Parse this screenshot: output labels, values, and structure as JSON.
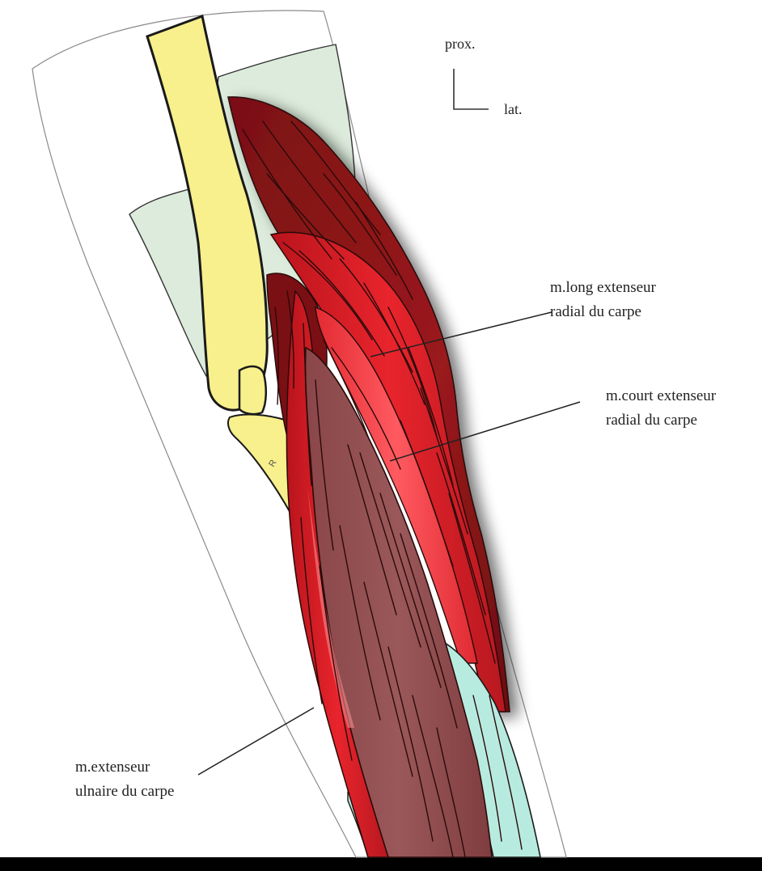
{
  "orientation": {
    "proximal": "prox.",
    "lateral": "lat."
  },
  "labels": {
    "long_extensor_line1": "m.long extenseur",
    "long_extensor_line2": "radial du carpe",
    "short_extensor_line1": "m.court extenseur",
    "short_extensor_line2": "radial du carpe",
    "ulnar_extensor_line1": "m.extenseur",
    "ulnar_extensor_line2": "ulnaire du carpe"
  },
  "colors": {
    "background": "#000000",
    "skin_outline": "#ffffff",
    "bone": "#f7f08c",
    "fascia": "#dcebdb",
    "tendon": "#b8ebdf",
    "muscle_dark": "#8b1618",
    "muscle_red": "#d81d25",
    "muscle_bright": "#f3484e",
    "muscle_brown": "#965355"
  }
}
